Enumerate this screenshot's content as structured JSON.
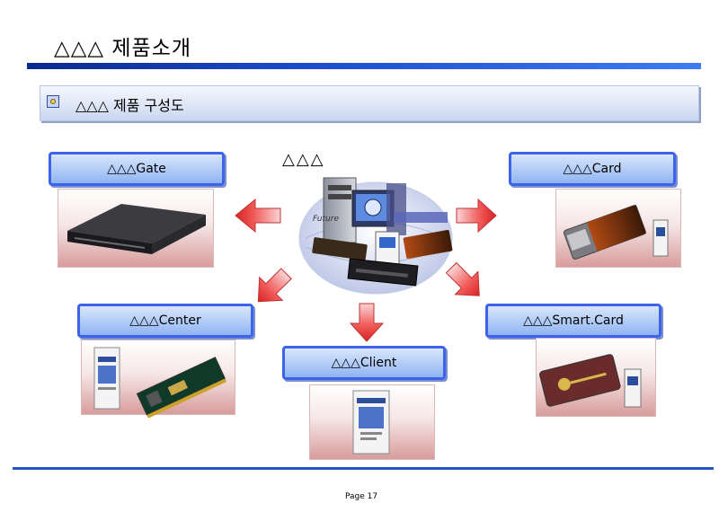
{
  "title": "△△△ 제품소개",
  "section": {
    "title": "△△△ 제품 구성도"
  },
  "center_label": "△△△",
  "products": {
    "gate": "△△△Gate",
    "card": "△△△Card",
    "center": "△△△Center",
    "smartcard": "△△△Smart.Card",
    "client": "△△△Client"
  },
  "center_image": {
    "banner_text": "Future"
  },
  "footer": {
    "page": "Page 17"
  },
  "colors": {
    "accent_blue": "#1f56c8",
    "arrow_red": "#e93a3a",
    "label_border": "#3d64e8"
  }
}
